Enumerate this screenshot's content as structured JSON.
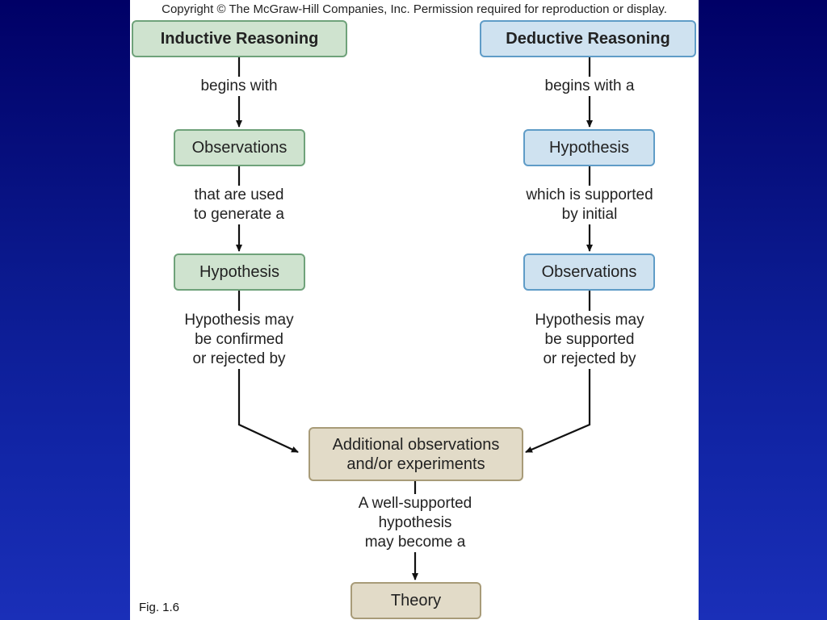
{
  "copyright": "Copyright © The McGraw-Hill Companies, Inc. Permission required for reproduction or display.",
  "figure_caption": "Fig. 1.6",
  "inductive": {
    "title": "Inductive Reasoning",
    "link_1": "begins with",
    "step_1": "Observations",
    "link_2": "that are used\nto generate a",
    "step_2": "Hypothesis",
    "link_3": "Hypothesis may\nbe confirmed\nor rejected by"
  },
  "deductive": {
    "title": "Deductive Reasoning",
    "link_1": "begins with a",
    "step_1": "Hypothesis",
    "link_2": "which is supported\nby initial",
    "step_2": "Observations",
    "link_3": "Hypothesis may\nbe supported\nor rejected by"
  },
  "convergence": {
    "box": "Additional observations\nand/or experiments",
    "link": "A well-supported\nhypothesis\nmay become a",
    "result": "Theory"
  },
  "colors": {
    "background_top": "#000066",
    "background_bottom": "#1a2fb8",
    "inductive_fill": "#cfe3cf",
    "inductive_border": "#6fa27a",
    "deductive_fill": "#cfe2f0",
    "deductive_border": "#5f9cc7",
    "convergence_fill": "#e2dbc8",
    "convergence_border": "#a89b78"
  }
}
